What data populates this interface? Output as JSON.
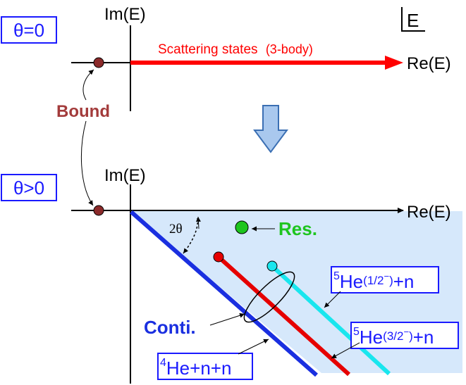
{
  "colors": {
    "background": "#ffffff",
    "axis": "#000000",
    "scattering_arrow": "#ff0000",
    "scattering_text": "#ff0000",
    "bound_state": "#8b2a2a",
    "bound_text": "#a33b3b",
    "box_border": "#1a1aff",
    "box_text": "#1a1aff",
    "shaded_region": "#d6e8fb",
    "continuum_4he": "#1a2fe0",
    "continuum_5he_32": "#e60000",
    "continuum_5he_12": "#19e6ee",
    "resonance": "#1ec51e",
    "resonance_text": "#1ec51e",
    "down_arrow_fill": "#a9c8ee",
    "down_arrow_stroke": "#3b6fb3",
    "conti_text": "#1a2fe0"
  },
  "top_panel": {
    "theta_label": "θ=0",
    "im_label": "Im(E)",
    "re_label": "Re(E)",
    "scattering_label": "Scattering states",
    "scattering_suffix": "(3-body)",
    "energy_symbol": "E"
  },
  "bound_label": "Bound",
  "bottom_panel": {
    "theta_label": "θ>0",
    "im_label": "Im(E)",
    "re_label": "Re(E)",
    "angle_label": "2θ",
    "resonance_label": "Res.",
    "conti_label": "Conti.",
    "he4_label": {
      "sup": "4",
      "text": "He+n+n"
    },
    "he5_32_label": {
      "sup": "5",
      "base": "He",
      "paren_open": "(",
      "fraction": "3/2",
      "fraction_sup": "−",
      "paren_close": ")",
      "tail": "+n"
    },
    "he5_12_label": {
      "sup": "5",
      "base": "He",
      "paren_open": "(",
      "fraction": "1/2",
      "fraction_sup": "−",
      "paren_close": ")",
      "tail": "+n"
    }
  },
  "icons": {
    "transition_arrow": "down-arrow-icon",
    "energy_corner": "bracket-corner-icon"
  }
}
